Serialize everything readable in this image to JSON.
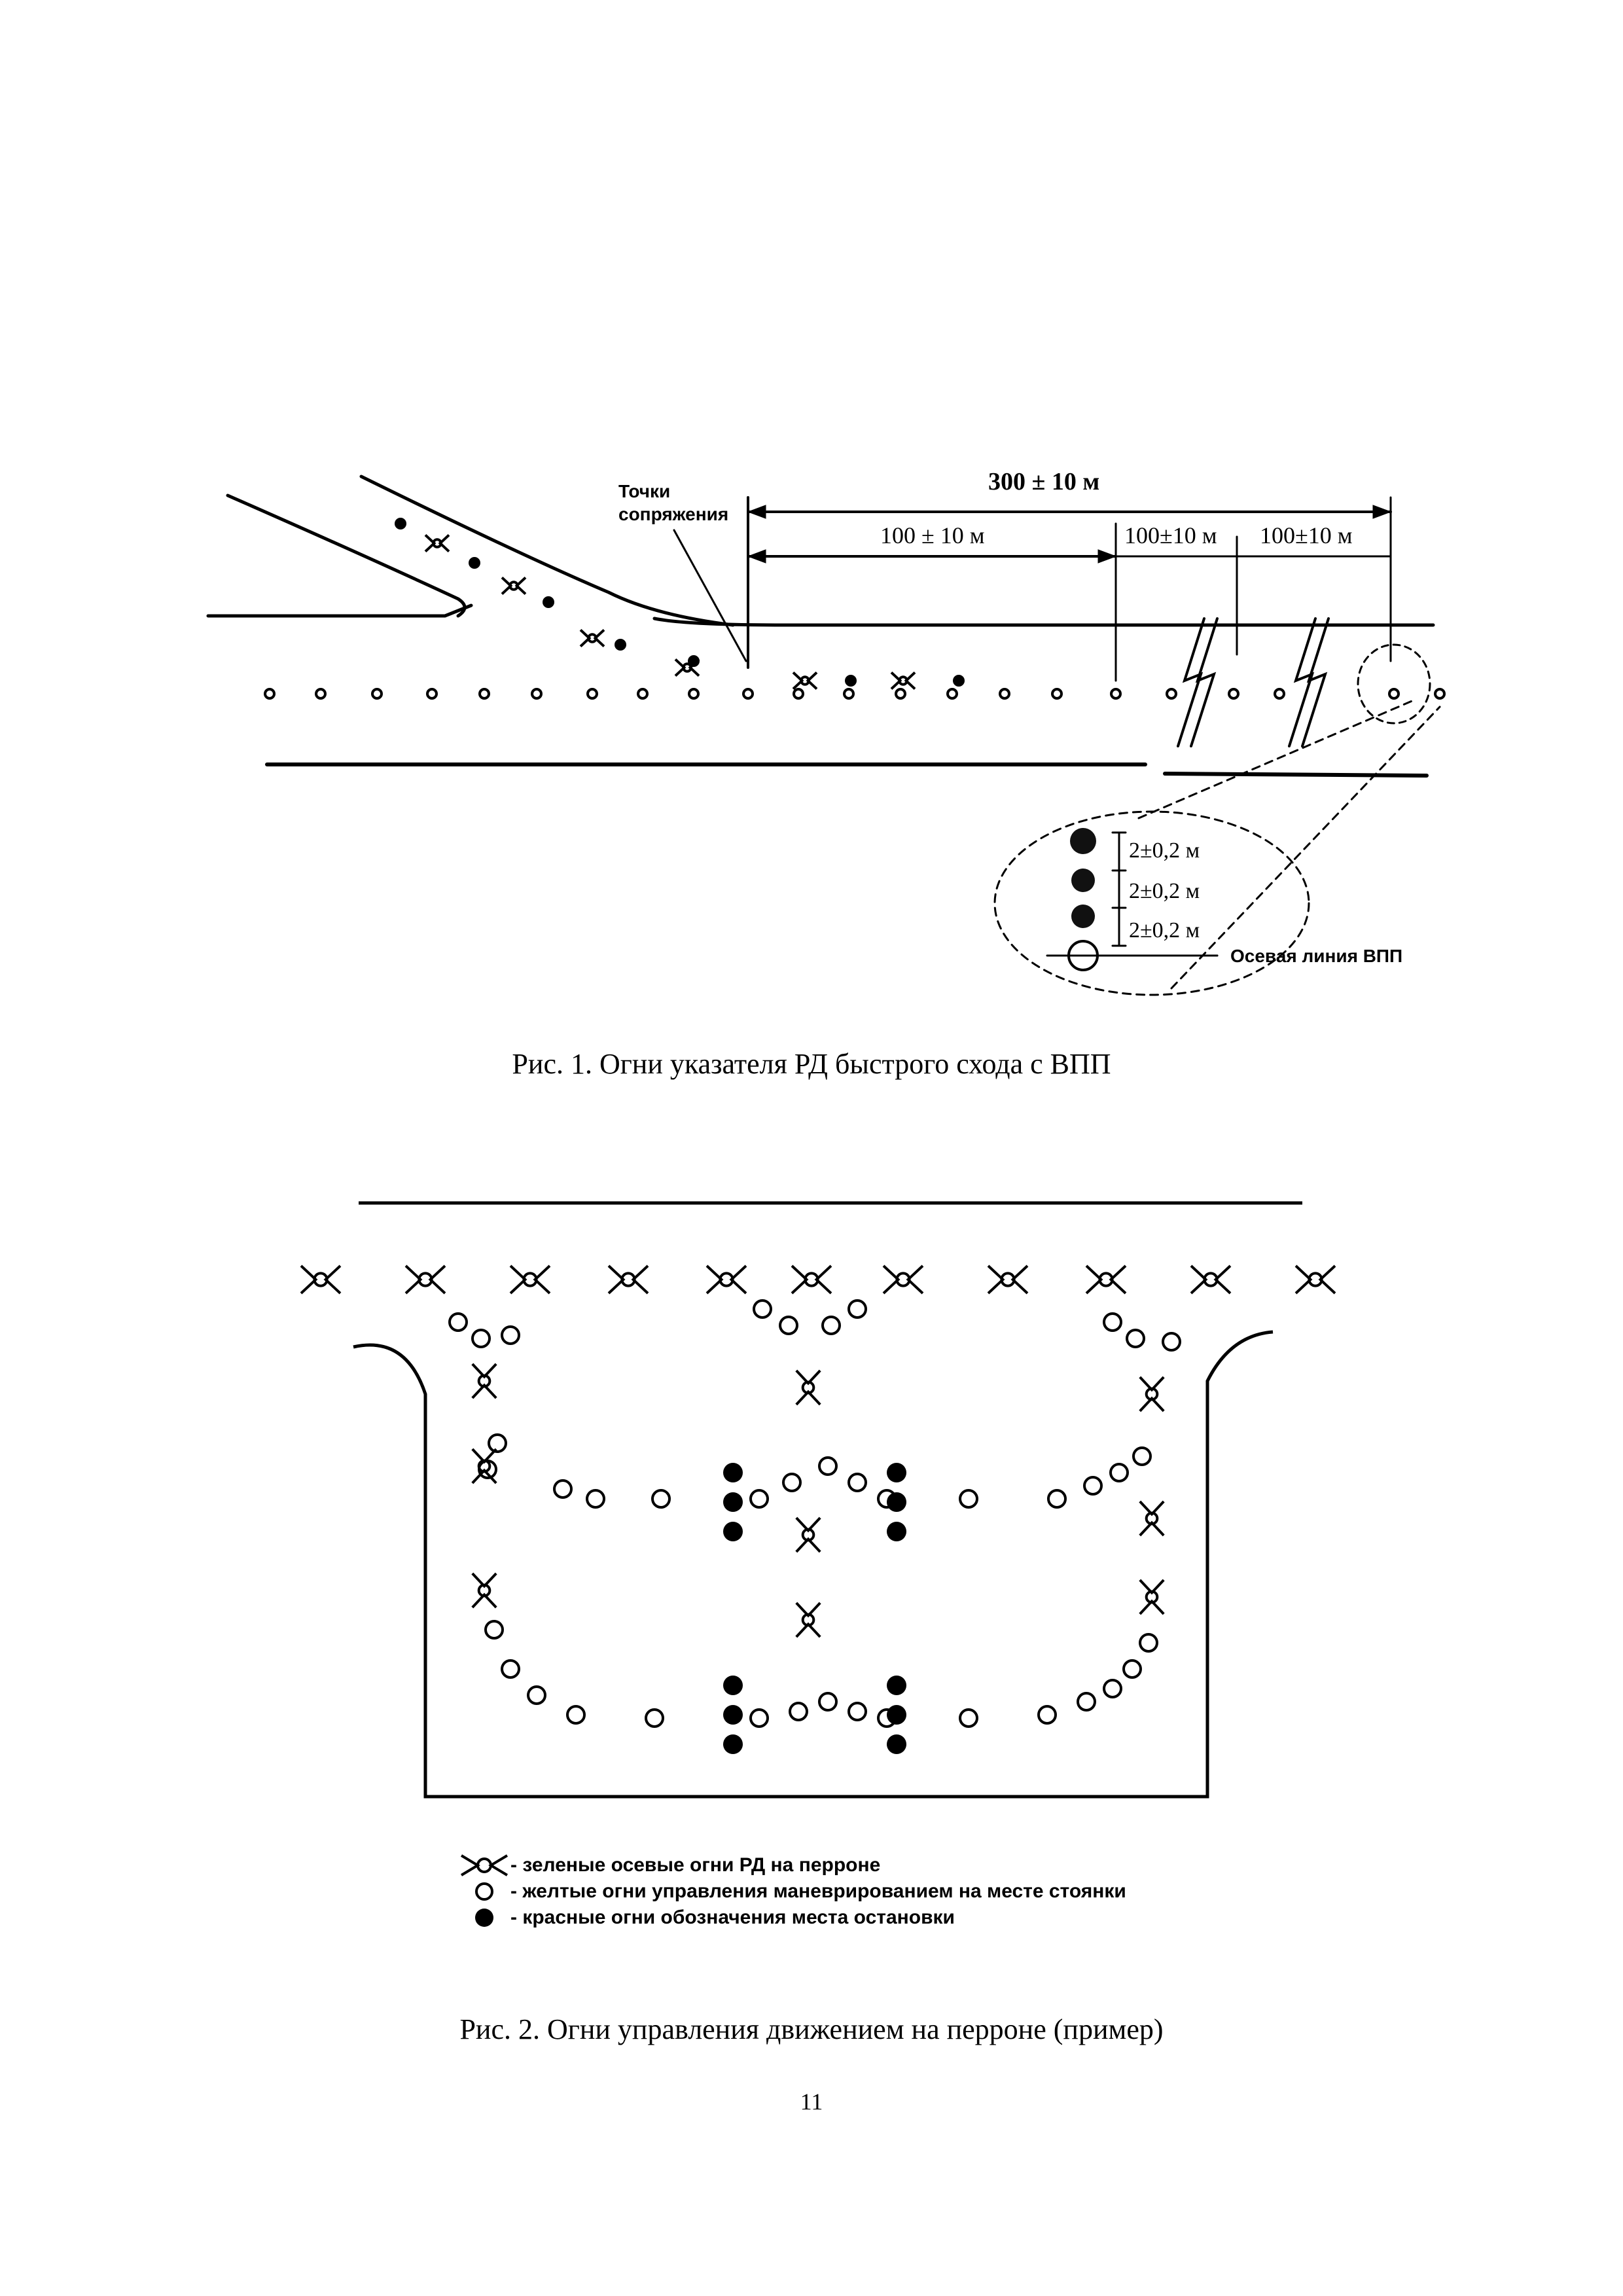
{
  "figure1": {
    "label_junction_line1": "Точки",
    "label_junction_line2": "сопряжения",
    "dim_total": "300 ± 10 м",
    "dim_first": "100 ± 10 м",
    "dim_second": "100±10 м",
    "dim_third": "100±10 м",
    "detail_spacing": [
      "2±0,2 м",
      "2±0,2 м",
      "2±0,2 м"
    ],
    "detail_centerline_label": "Осевая линия ВПП",
    "caption": "Рис. 1. Огни указателя РД быстрого схода с ВПП"
  },
  "figure2": {
    "legend": [
      {
        "icon": "green-centerline-light-icon",
        "text": "- зеленые осевые огни РД на перроне"
      },
      {
        "icon": "yellow-guidance-light-icon",
        "text": "- желтые огни управления маневрированием на месте стоянки"
      },
      {
        "icon": "red-stop-light-icon",
        "text": "- красные огни обозначения места остановки"
      }
    ],
    "caption": "Рис. 2. Огни управления движением на перроне (пример)"
  },
  "page_number": "11"
}
